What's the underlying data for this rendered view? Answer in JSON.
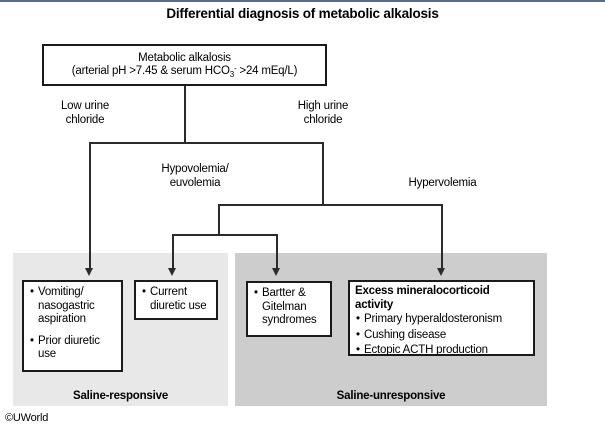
{
  "figure": {
    "title": "Differential diagnosis of metabolic alkalosis",
    "copyright": "©UWorld"
  },
  "root_box": {
    "line1": "Metabolic alkalosis",
    "line2_prefix": "(arterial pH >7.45 & serum HCO",
    "line2_sub": "3",
    "line2_sup": "-",
    "line2_suffix": " >24 mEq/L)"
  },
  "edge_labels": {
    "low_urine_chloride_line1": "Low urine",
    "low_urine_chloride_line2": "chloride",
    "high_urine_chloride_line1": "High urine",
    "high_urine_chloride_line2": "chloride",
    "hypovolemia_line1": "Hypovolemia/",
    "hypovolemia_line2": "euvolemia",
    "hypervolemia": "Hypervolemia"
  },
  "panels": {
    "saline_responsive": {
      "label": "Saline-responsive",
      "color": "#e8e8e8"
    },
    "saline_unresponsive": {
      "label": "Saline-unresponsive",
      "color": "#cdcdcd"
    }
  },
  "boxes": {
    "vomiting": {
      "items": [
        "Vomiting/ nasogastric aspiration",
        "Prior diuretic use"
      ],
      "item1_l1": "Vomiting/",
      "item1_l2": "nasogastric",
      "item1_l3": "aspiration",
      "item2_l1": "Prior diuretic",
      "item2_l2": "use"
    },
    "current_diuretic": {
      "item1_l1": "Current",
      "item1_l2": "diuretic use"
    },
    "bartter": {
      "item1_l1": "Bartter &",
      "item1_l2": "Gitelman",
      "item1_l3": "syndromes"
    },
    "mineralocorticoid": {
      "heading_l1": "Excess mineralocorticoid",
      "heading_l2": "activity",
      "item1": "Primary hyperaldosteronism",
      "item2": "Cushing disease",
      "item3": "Ectopic ACTH production"
    }
  }
}
